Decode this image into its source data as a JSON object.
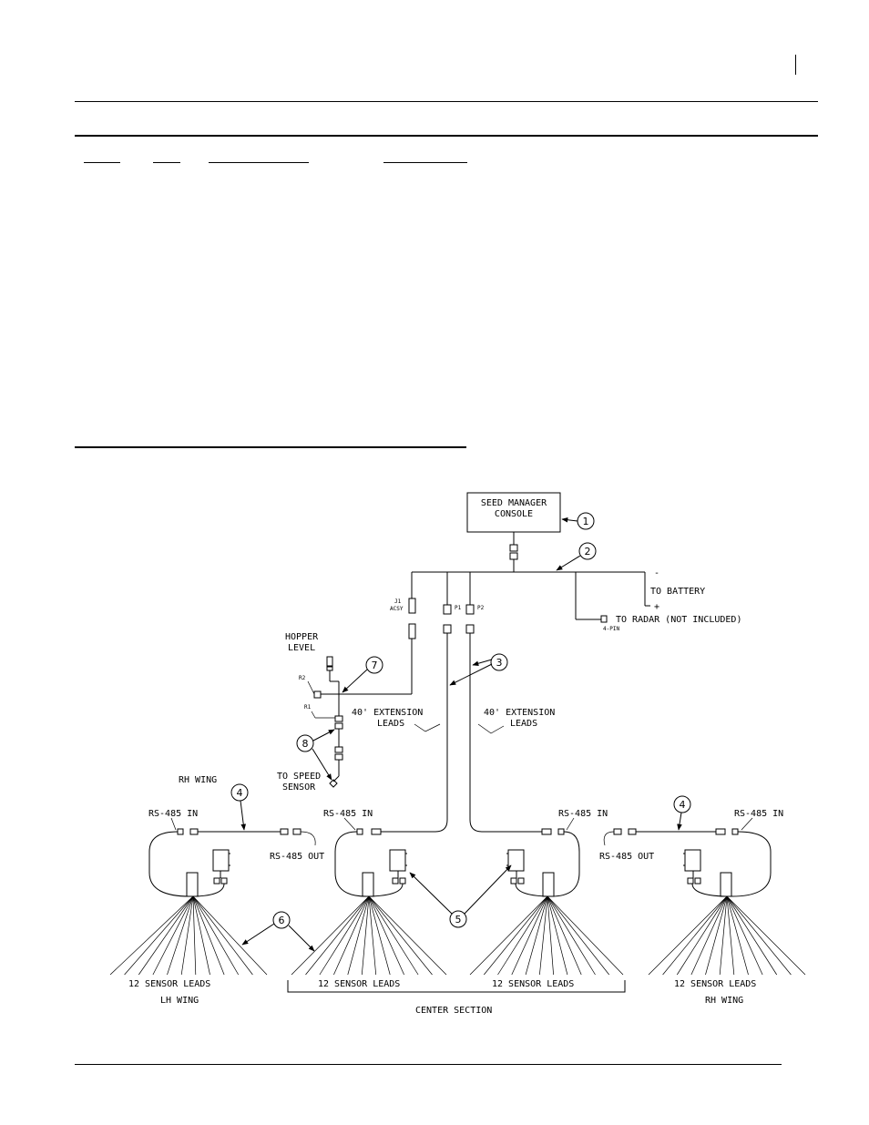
{
  "diagram": {
    "console": [
      "SEED MANAGER",
      "CONSOLE"
    ],
    "battery": {
      "label": "TO BATTERY",
      "minus": "-",
      "plus": "+"
    },
    "radar": {
      "label": "TO RADAR (NOT INCLUDED)",
      "pin": "4-PIN"
    },
    "j1": [
      "J1",
      "ACSY"
    ],
    "p1": "P1",
    "p2": "P2",
    "hopper": [
      "HOPPER",
      "LEVEL"
    ],
    "r2": "R2",
    "r1": "R1",
    "speed": [
      "TO SPEED",
      "SENSOR"
    ],
    "ext_left": [
      "40' EXTENSION",
      "LEADS"
    ],
    "ext_right": [
      "40' EXTENSION",
      "LEADS"
    ],
    "rh_wing_top": "RH WING",
    "rs485_in": "RS-485 IN",
    "rs485_out": "RS-485 OUT",
    "sensor_leads": "12 SENSOR LEADS",
    "lh_wing": "LH WING",
    "rh_wing": "RH WING",
    "center_section": "CENTER SECTION",
    "callouts": [
      "1",
      "2",
      "3",
      "4",
      "5",
      "6",
      "7",
      "8"
    ]
  }
}
